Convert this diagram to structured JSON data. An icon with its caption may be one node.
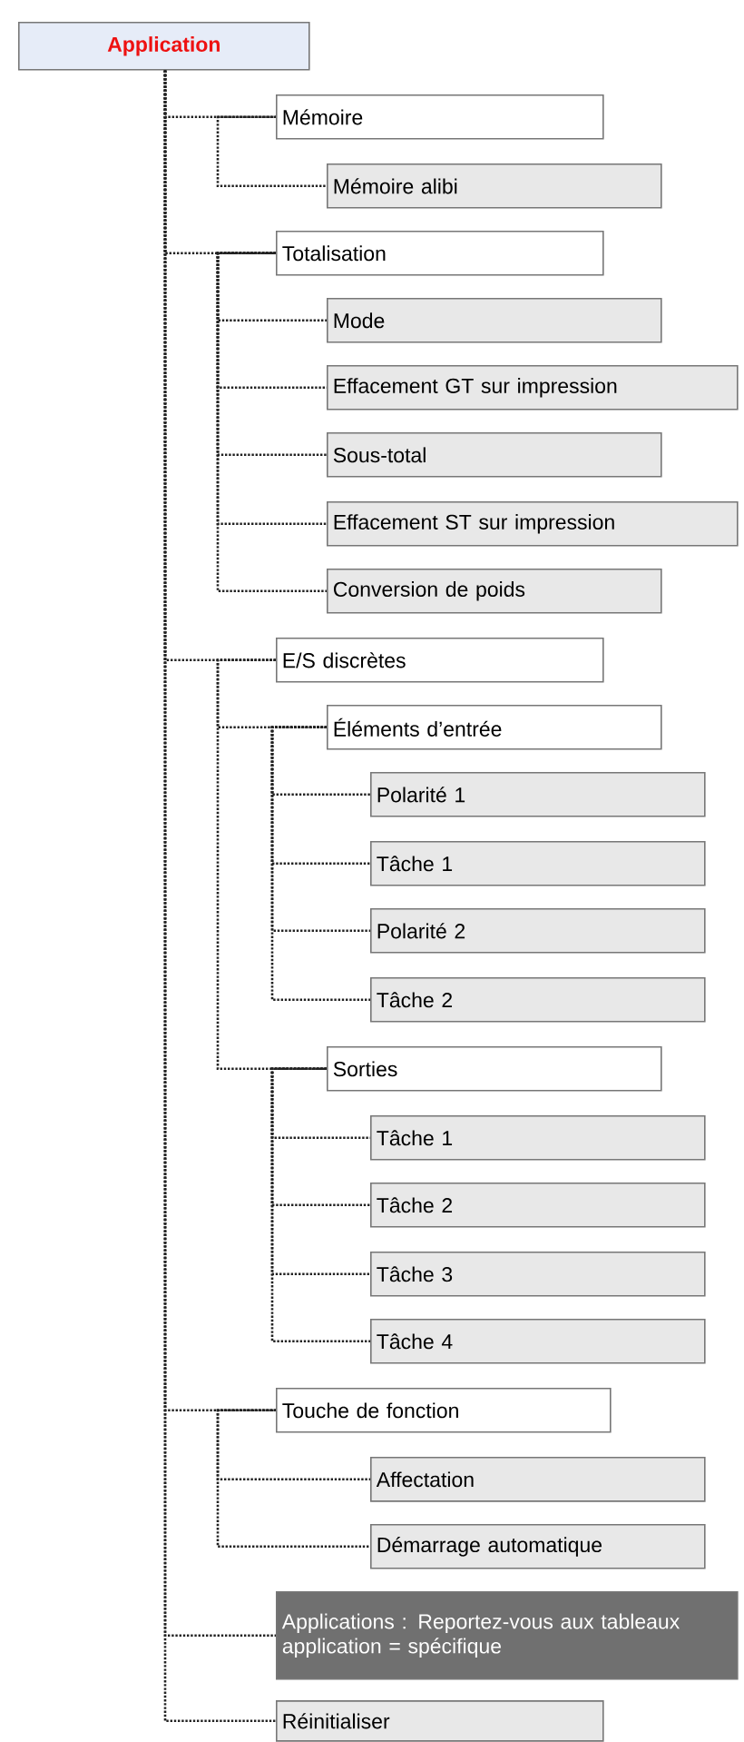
{
  "diagram": {
    "nodes": [
      {
        "text": [
          "Application"
        ]
      },
      {
        "text": [
          "Mémoire"
        ]
      },
      {
        "text": [
          "Mémoire alibi"
        ]
      },
      {
        "text": [
          "Totalisation"
        ]
      },
      {
        "text": [
          "Mode"
        ]
      },
      {
        "text": [
          "Effacement GT sur impression"
        ]
      },
      {
        "text": [
          "Sous-total"
        ]
      },
      {
        "text": [
          "Effacement ST sur impression"
        ]
      },
      {
        "text": [
          "Conversion de poids"
        ]
      },
      {
        "text": [
          "E/S discrètes"
        ]
      },
      {
        "text": [
          "Éléments d’entrée"
        ]
      },
      {
        "text": [
          "Polarité 1"
        ]
      },
      {
        "text": [
          "Tâche 1"
        ]
      },
      {
        "text": [
          "Polarité 2"
        ]
      },
      {
        "text": [
          "Tâche 2"
        ]
      },
      {
        "text": [
          "Sorties"
        ]
      },
      {
        "text": [
          "Tâche 1"
        ]
      },
      {
        "text": [
          "Tâche 2"
        ]
      },
      {
        "text": [
          "Tâche 3"
        ]
      },
      {
        "text": [
          "Tâche 4"
        ]
      },
      {
        "text": [
          "Touche de fonction"
        ]
      },
      {
        "text": [
          "Affectation"
        ]
      },
      {
        "text": [
          "Démarrage automatique"
        ]
      },
      {
        "text": [
          "Applications : Reportez-vous aux tableaux application = spécifique"
        ]
      },
      {
        "text": [
          "Réinitialiser"
        ]
      }
    ],
    "edges": [
      {
        "from": 0,
        "to": 1,
        "arrow": "none"
      },
      {
        "from": 1,
        "to": 2,
        "arrow": "none"
      },
      {
        "from": 0,
        "to": 3,
        "arrow": "none"
      },
      {
        "from": 3,
        "to": 4,
        "arrow": "none"
      },
      {
        "from": 3,
        "to": 5,
        "arrow": "none"
      },
      {
        "from": 3,
        "to": 6,
        "arrow": "none"
      },
      {
        "from": 3,
        "to": 7,
        "arrow": "none"
      },
      {
        "from": 3,
        "to": 8,
        "arrow": "none"
      },
      {
        "from": 0,
        "to": 9,
        "arrow": "none"
      },
      {
        "from": 9,
        "to": 10,
        "arrow": "none"
      },
      {
        "from": 10,
        "to": 11,
        "arrow": "none"
      },
      {
        "from": 10,
        "to": 12,
        "arrow": "none"
      },
      {
        "from": 10,
        "to": 13,
        "arrow": "none"
      },
      {
        "from": 10,
        "to": 14,
        "arrow": "none"
      },
      {
        "from": 9,
        "to": 15,
        "arrow": "none"
      },
      {
        "from": 15,
        "to": 16,
        "arrow": "none"
      },
      {
        "from": 15,
        "to": 17,
        "arrow": "none"
      },
      {
        "from": 15,
        "to": 18,
        "arrow": "none"
      },
      {
        "from": 15,
        "to": 19,
        "arrow": "none"
      },
      {
        "from": 0,
        "to": 20,
        "arrow": "none"
      },
      {
        "from": 20,
        "to": 21,
        "arrow": "none"
      },
      {
        "from": 20,
        "to": 22,
        "arrow": "none"
      },
      {
        "from": 0,
        "to": 23,
        "arrow": "none"
      },
      {
        "from": 0,
        "to": 24,
        "arrow": "none"
      }
    ]
  }
}
